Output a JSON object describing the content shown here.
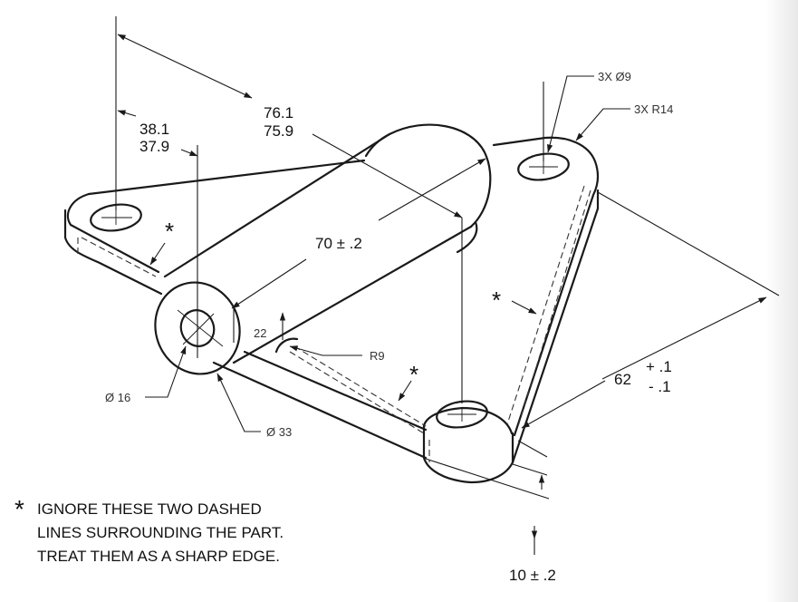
{
  "dimensions": {
    "overall_upper": "76.1",
    "overall_lower": "75.9",
    "offset_upper": "38.1",
    "offset_lower": "37.9",
    "boss_length": "70 ± .2",
    "boss_setback": "22",
    "fillet_radius": "R9",
    "hole_callout": "3X Ø9",
    "corner_radius_callout": "3X R14",
    "bore_diameter": "Ø 16",
    "boss_diameter": "Ø 33",
    "height_nominal": "62",
    "height_tol_plus": "+ .1",
    "height_tol_minus": "- .1",
    "thickness": "10 ± .2"
  },
  "markers": {
    "asterisk": "*"
  },
  "note": {
    "line1": "IGNORE THESE TWO DASHED",
    "line2": "LINES SURROUNDING THE PART.",
    "line3": "TREAT THEM AS A SHARP EDGE."
  }
}
